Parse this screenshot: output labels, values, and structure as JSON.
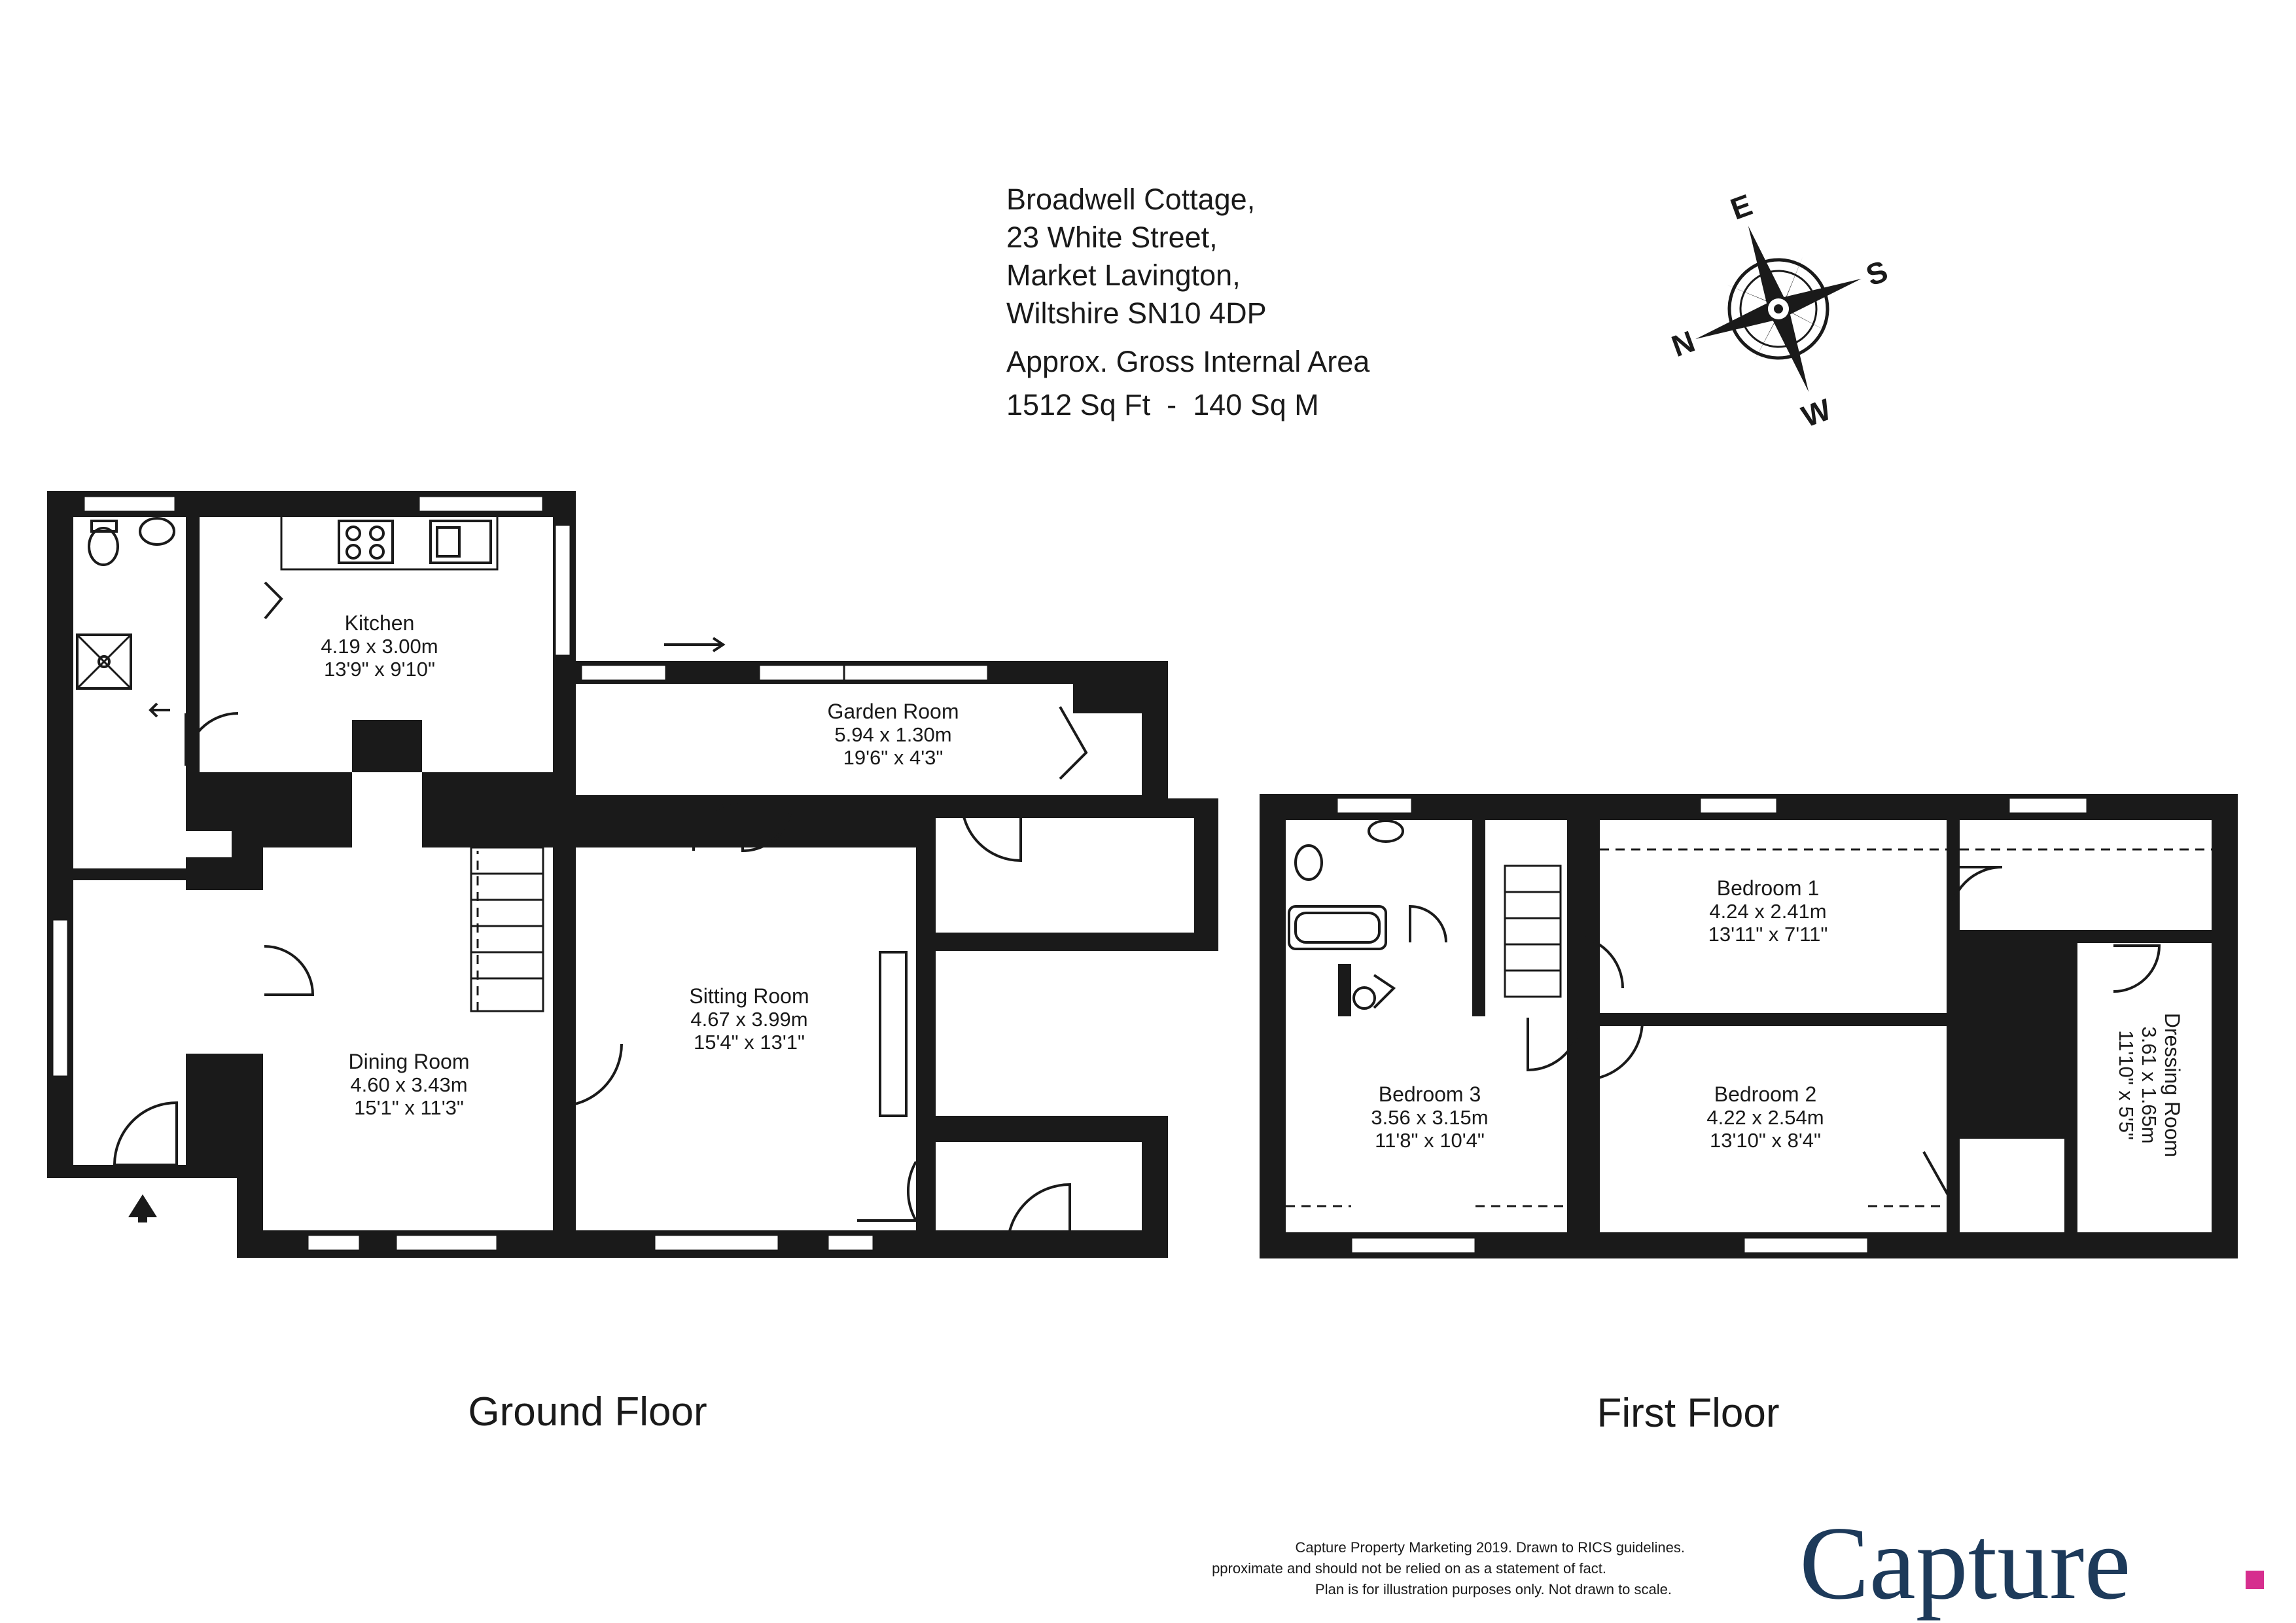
{
  "address": {
    "line1": "Broadwell Cottage,",
    "line2": "23 White Street,",
    "line3": "Market Lavington,",
    "line4": "Wiltshire SN10 4DP"
  },
  "area": {
    "label": "Approx. Gross Internal Area",
    "value": "1512 Sq Ft  -  140 Sq M"
  },
  "compass": {
    "n": "N",
    "e": "E",
    "s": "S",
    "w": "W"
  },
  "floors": {
    "ground": "Ground Floor",
    "first": "First Floor"
  },
  "rooms": {
    "kitchen": {
      "name": "Kitchen",
      "metric": "4.19 x 3.00m",
      "imperial": "13'9\" x 9'10\""
    },
    "garden_room": {
      "name": "Garden Room",
      "metric": "5.94 x 1.30m",
      "imperial": "19'6\" x 4'3\""
    },
    "sitting_room": {
      "name": "Sitting Room",
      "metric": "4.67 x 3.99m",
      "imperial": "15'4\" x 13'1\""
    },
    "dining_room": {
      "name": "Dining Room",
      "metric": "4.60 x 3.43m",
      "imperial": "15'1\" x 11'3\""
    },
    "bedroom1": {
      "name": "Bedroom 1",
      "metric": "4.24 x 2.41m",
      "imperial": "13'11\" x 7'11\""
    },
    "bedroom2": {
      "name": "Bedroom 2",
      "metric": "4.22 x 2.54m",
      "imperial": "13'10\" x 8'4\""
    },
    "bedroom3": {
      "name": "Bedroom 3",
      "metric": "3.56 x 3.15m",
      "imperial": "11'8\" x 10'4\""
    },
    "dressing_room": {
      "name": "Dressing Room",
      "metric": "3.61 x 1.65m",
      "imperial": "11'10\" x 5'5\""
    }
  },
  "disclaimer": {
    "line1": "Capture Property Marketing 2019. Drawn to RICS guidelines.",
    "line2": "pproximate and should not be relied on as a statement of fact.",
    "line3": "Plan is for illustration purposes only. Not drawn to scale."
  },
  "brand": {
    "name": "Capture",
    "accent": "#d62e8e",
    "color": "#1d3a5a"
  }
}
